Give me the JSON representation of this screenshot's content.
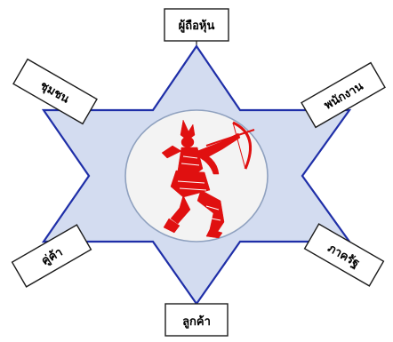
{
  "diagram": {
    "labels": {
      "top": "ผู้ถือหุ้น",
      "upper_left": "ชุมชน",
      "upper_right": "พนักงาน",
      "lower_left": "คู่ค้า",
      "lower_right": "ภาครัฐ",
      "bottom": "ลูกค้า"
    },
    "center_emblem": "red-mythical-figure-emblem",
    "colors": {
      "star_fill": "#d3dcf0",
      "star_stroke": "#1f2fa8",
      "circle_fill": "#f3f3f3",
      "circle_stroke": "#8fa1bf",
      "emblem_red": "#e01010",
      "box_stroke": "#1c1c1c"
    }
  }
}
